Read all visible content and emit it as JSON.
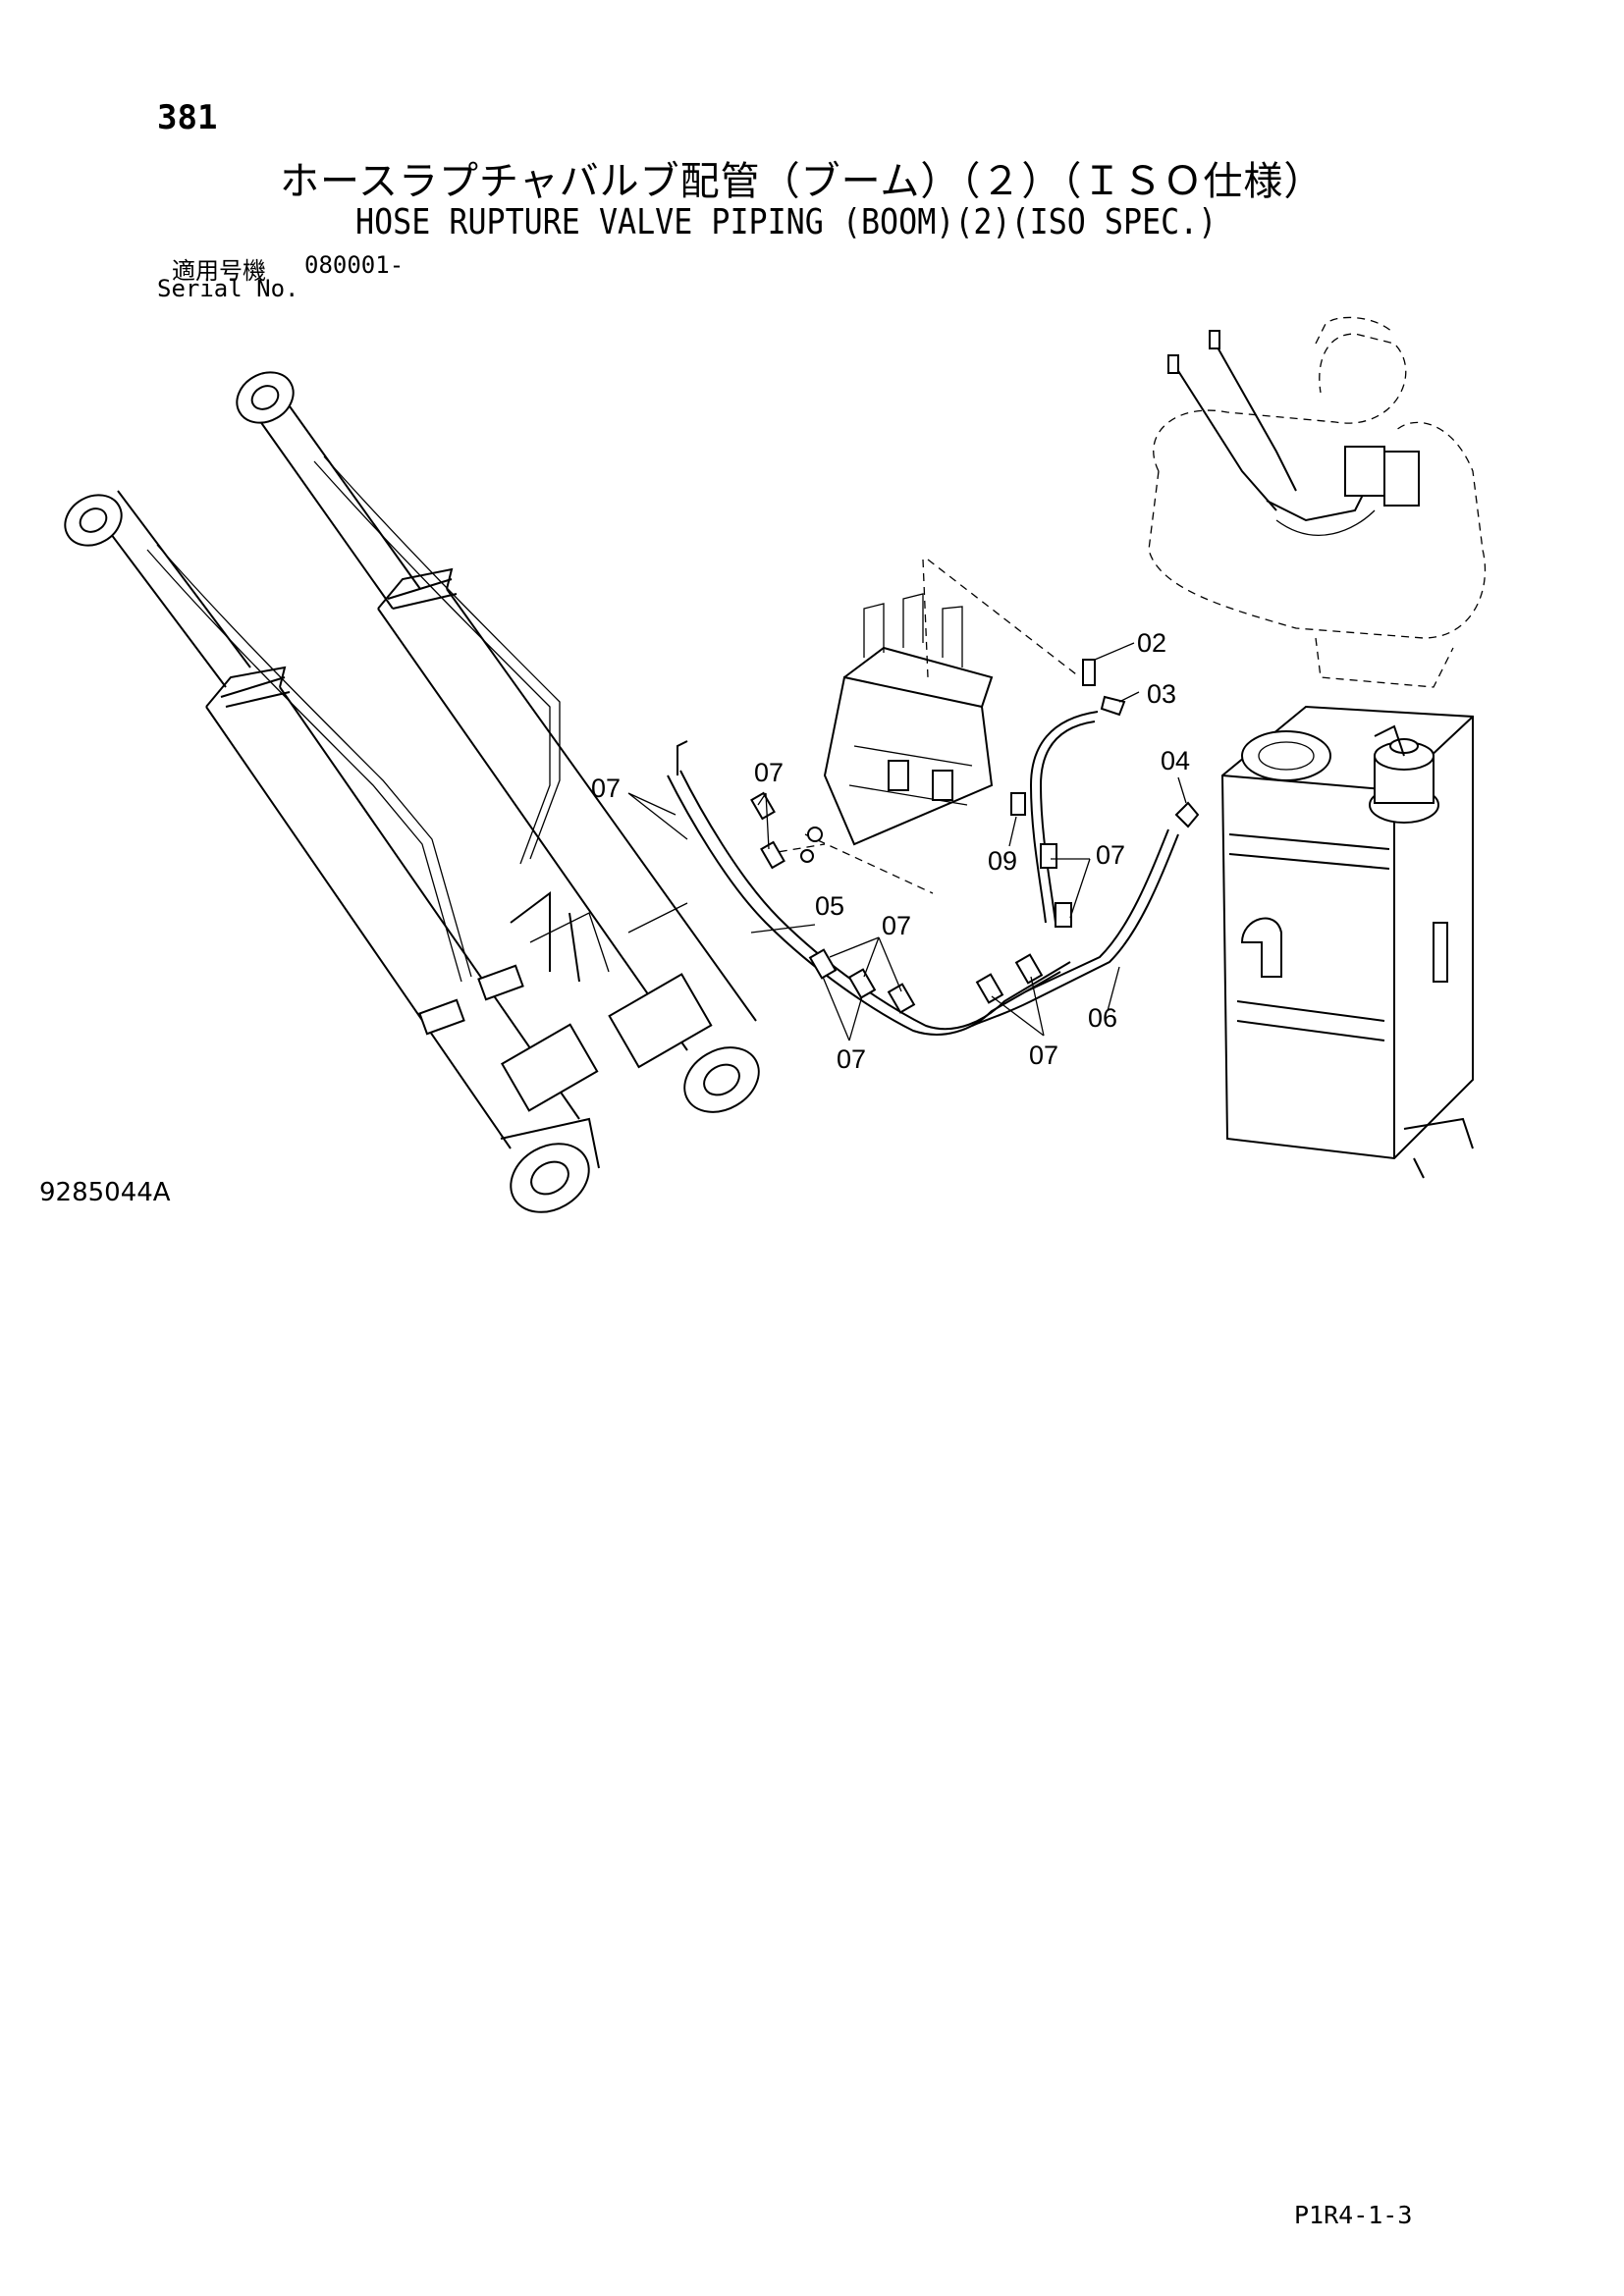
{
  "header": {
    "page_number": "381",
    "title_ja": "ホースラプチャバルブ配管（ブーム）（２）（ＩＳＯ仕様）",
    "title_en": "HOSE RUPTURE VALVE PIPING (BOOM)(2)(ISO SPEC.)",
    "serial_label_ja": "適用号機",
    "serial_value": "080001-",
    "serial_label_en": "Serial No."
  },
  "callouts": {
    "c02": "02",
    "c03": "03",
    "c04": "04",
    "c05": "05",
    "c06": "06",
    "c07": "07",
    "c09": "09"
  },
  "footer": {
    "drawing_number": "9285044A",
    "page_code": "P1R4-1-3"
  }
}
